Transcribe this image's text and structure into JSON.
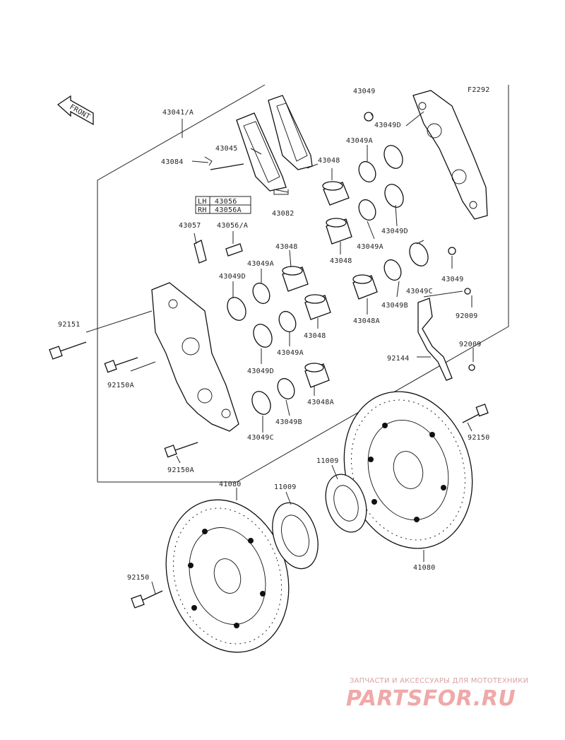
{
  "diagram": {
    "code": "F2292",
    "front_label": "FRONT",
    "labels": {
      "l43041": "43041/A",
      "l43049_top": "43049",
      "l43049D_1": "43049D",
      "l43049A_1": "43049A",
      "l43045": "43045",
      "l43084": "43084",
      "l43048_1": "43048",
      "l43082": "43082",
      "lh_tag": "LH",
      "lh_num": "43056",
      "rh_tag": "RH",
      "rh_num": "43056A",
      "l43057": "43057",
      "l43056A": "43056/A",
      "l43049D_2": "43049D",
      "l43049A_2": "43049A",
      "l43048_2": "43048",
      "l43048_3": "43048",
      "l43049A_3": "43049A",
      "l43049D_3": "43049D",
      "l43049_r": "43049",
      "l43049C_r": "43049C",
      "l43049B_r": "43049B",
      "l43048A_r": "43048A",
      "l92009_1": "92009",
      "l92009_2": "92009",
      "l92144": "92144",
      "l92151": "92151",
      "l43048_4": "43048",
      "l43049A_4": "43049A",
      "l92150A_1": "92150A",
      "l43049D_4": "43049D",
      "l43048A_l": "43048A",
      "l43049B_l": "43049B",
      "l43049C_l": "43049C",
      "l92150": "92150",
      "l92150A_2": "92150A",
      "l11009_r": "11009",
      "l41080_l": "41080",
      "l11009_l": "11009",
      "l41080_r": "41080",
      "l92150_b": "92150"
    }
  },
  "watermark": {
    "tagline": "ЗАПЧАСТИ И АКСЕССУАРЫ ДЛЯ МОТОТЕХНИКИ",
    "logo": "PARTSFOR.RU"
  },
  "colors": {
    "line": "#222222",
    "watermark": "#f0a8a8"
  }
}
